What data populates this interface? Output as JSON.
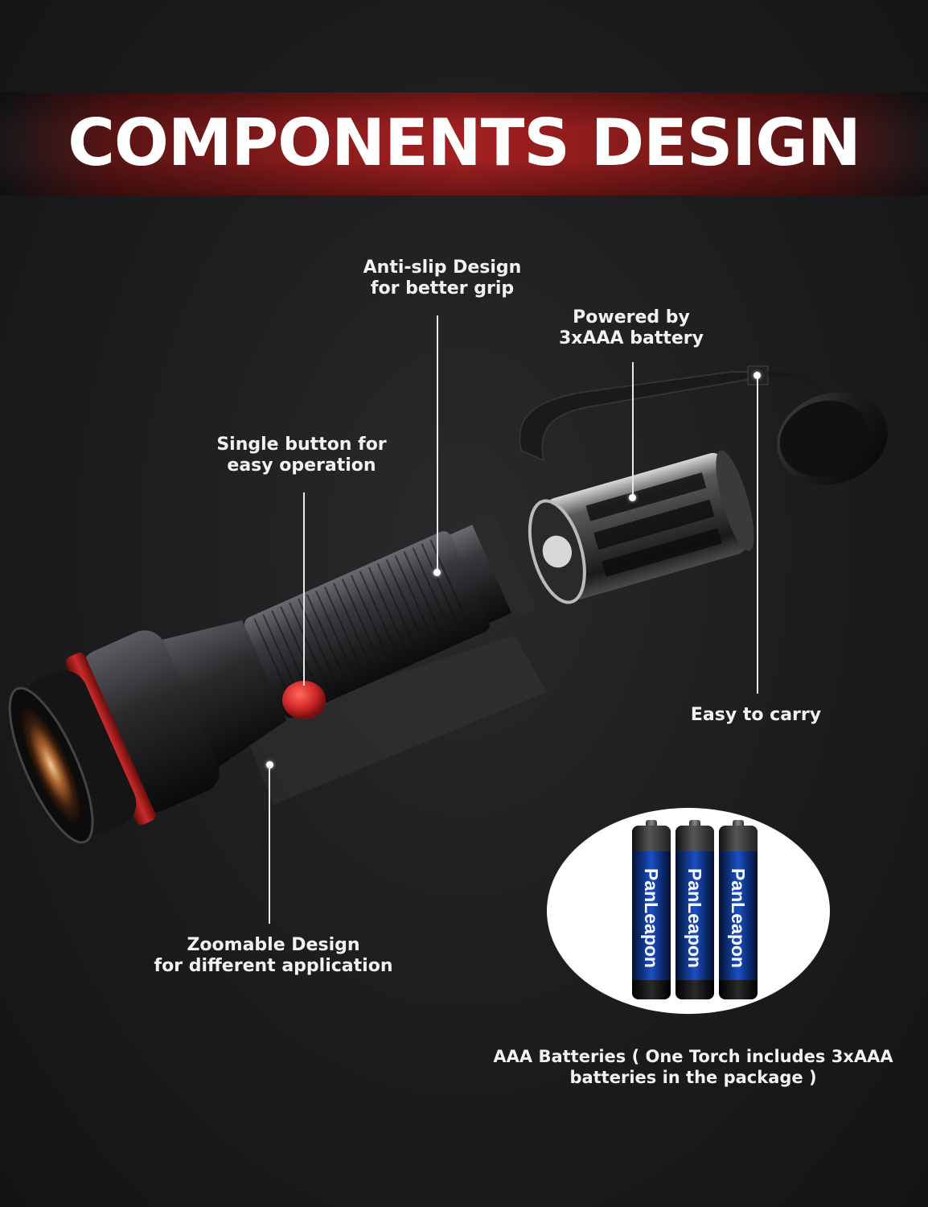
{
  "header": {
    "title": "COMPONENTS DESIGN"
  },
  "callouts": {
    "anti_slip": [
      "Anti-slip Design",
      "for better grip"
    ],
    "powered": [
      "Powered by",
      "3xAAA battery"
    ],
    "single_button": [
      "Single button for",
      "easy operation"
    ],
    "easy_carry": "Easy to carry",
    "zoomable": [
      "Zoomable Design",
      "for different application"
    ],
    "batteries_note": [
      "AAA Batteries ( One Torch includes 3xAAA",
      "batteries in the package )"
    ]
  },
  "batteries": {
    "brand": "PanLeapon",
    "count": 3
  },
  "colors": {
    "background": "#1c1c1e",
    "banner_red": "#a22020",
    "button_red": "#d42a2a",
    "battery_blue": "#1b4fc4"
  }
}
